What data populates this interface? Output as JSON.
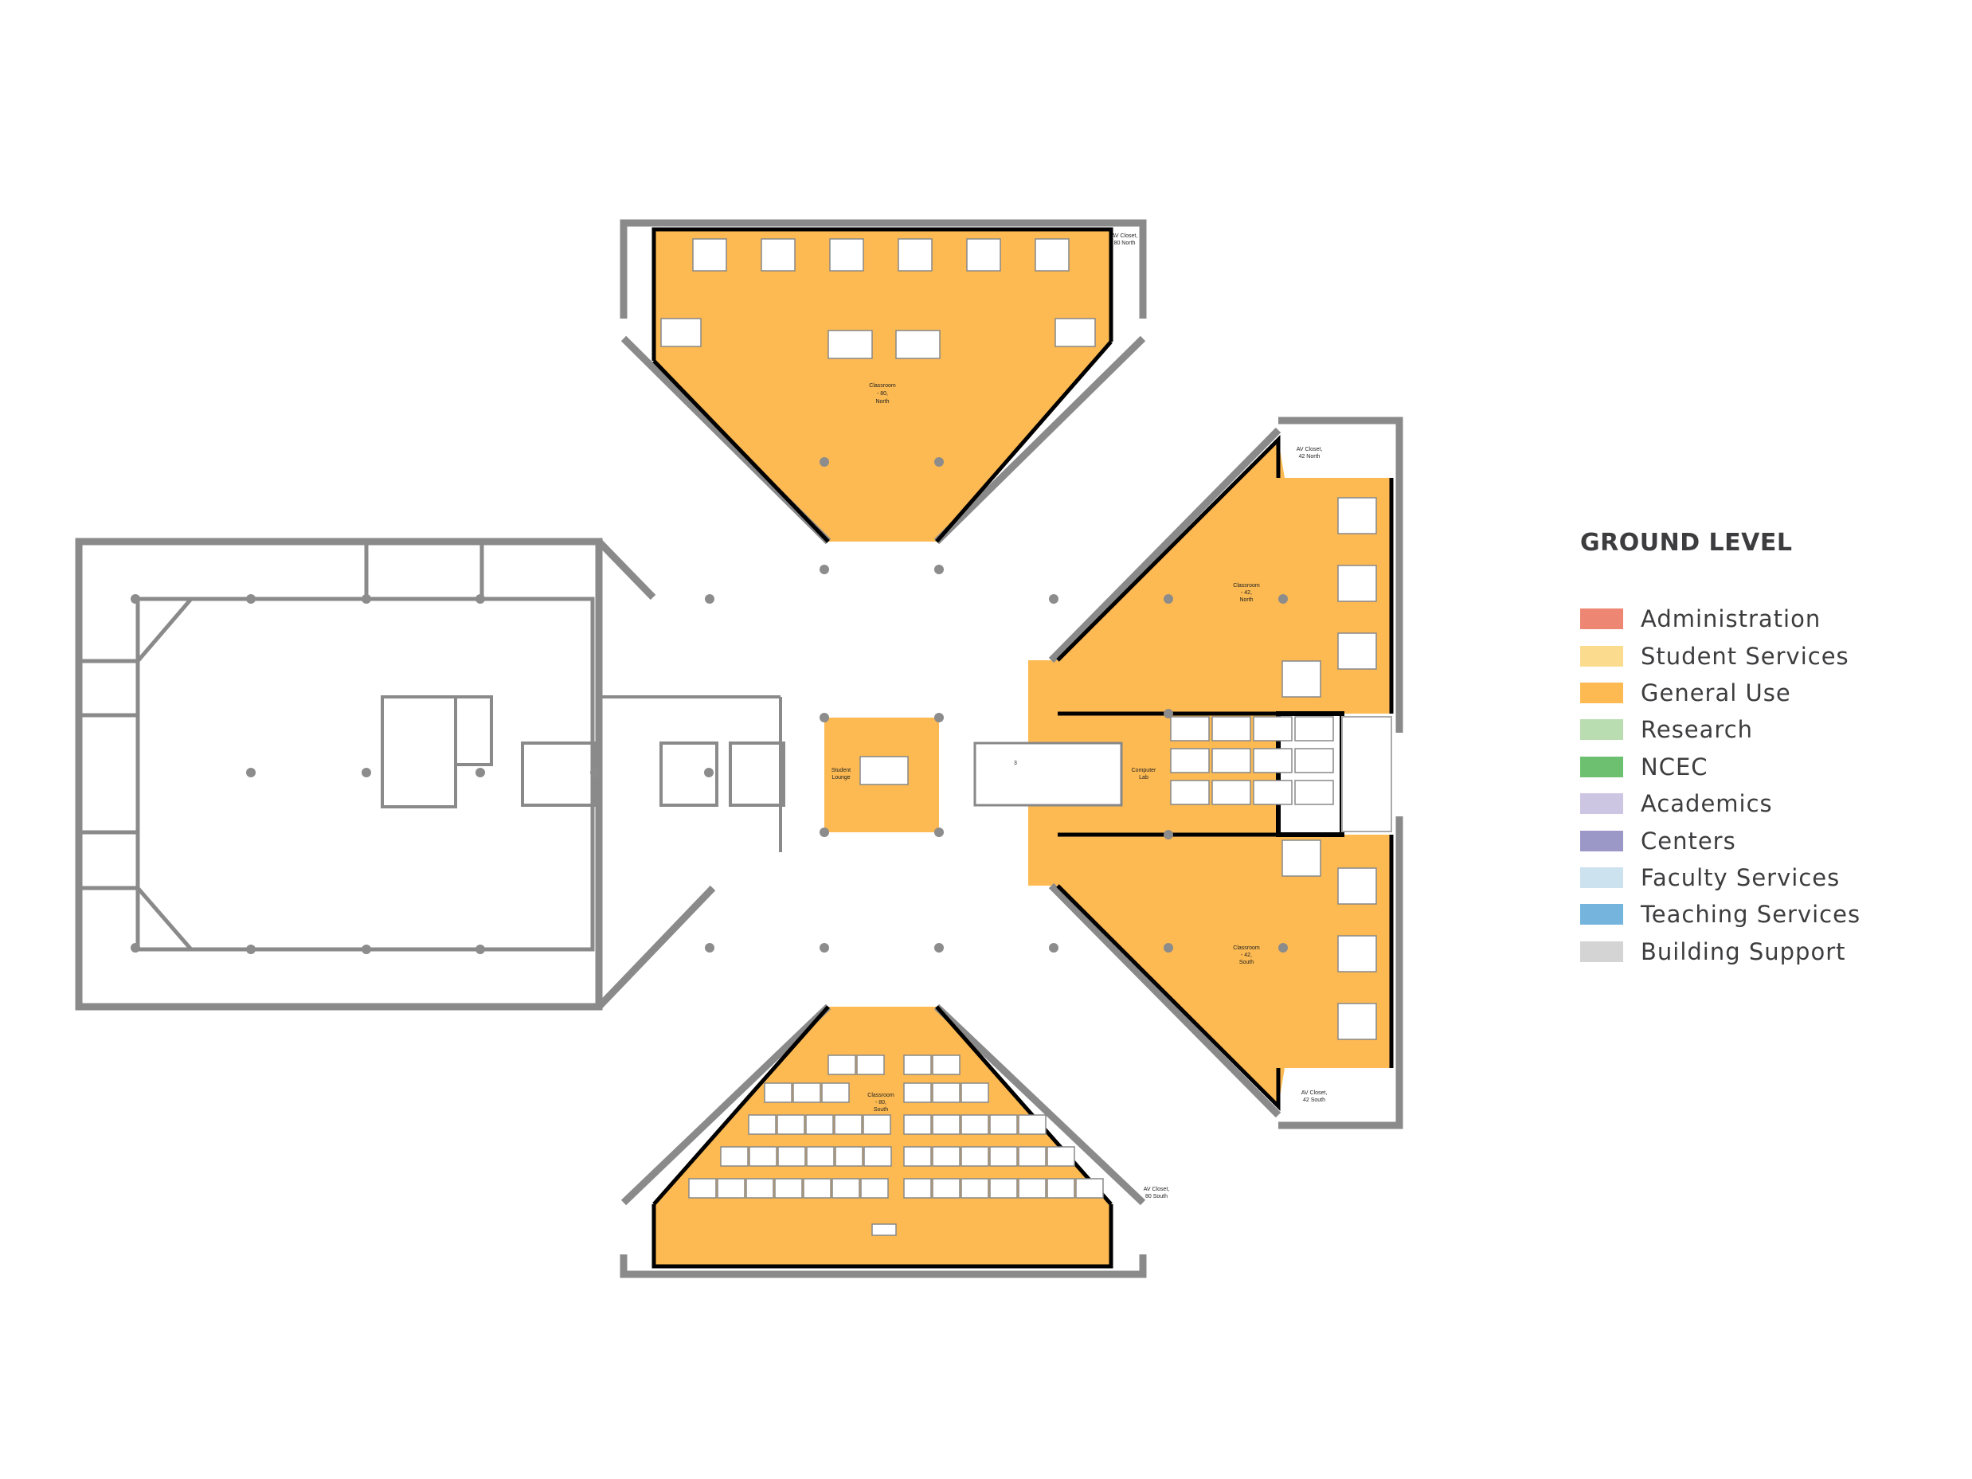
{
  "legend": {
    "title": "GROUND LEVEL",
    "items": [
      {
        "label": "Administration",
        "color": "#EE8674"
      },
      {
        "label": "Student Services",
        "color": "#FBDC8E"
      },
      {
        "label": "General Use",
        "color": "#FDBA52"
      },
      {
        "label": "Research",
        "color": "#B9DDB0"
      },
      {
        "label": "NCEC",
        "color": "#6CC070"
      },
      {
        "label": "Academics",
        "color": "#CCC6E3"
      },
      {
        "label": "Centers",
        "color": "#9B97C6"
      },
      {
        "label": "Faculty Services",
        "color": "#CCE2EF"
      },
      {
        "label": "Teaching Services",
        "color": "#75B5DD"
      },
      {
        "label": "Building Support",
        "color": "#D4D4D4"
      }
    ]
  },
  "rooms": {
    "classroom_80_north": [
      "Classroom",
      "- 80,",
      "North"
    ],
    "av_closet_80_north": [
      "AV Closet,",
      "80 North"
    ],
    "classroom_42_north": [
      "Classroom",
      "- 42,",
      "North"
    ],
    "av_closet_42_north": [
      "AV Closet,",
      "42 North"
    ],
    "computer_lab": [
      "Computer",
      "Lab"
    ],
    "student_lounge": [
      "Student",
      "Lounge"
    ],
    "classroom_42_south": [
      "Classroom",
      "- 42,",
      "South"
    ],
    "av_closet_42_south": [
      "AV Closet,",
      "42 South"
    ],
    "classroom_80_south": [
      "Classroom",
      "- 80,",
      "South"
    ],
    "av_closet_80_south": [
      "AV Closet,",
      "80 South"
    ],
    "stair_tag": "3"
  },
  "colors": {
    "general_use": "#FDBA52",
    "wall": "#8a8a8a",
    "column": "#8c8c8c"
  }
}
